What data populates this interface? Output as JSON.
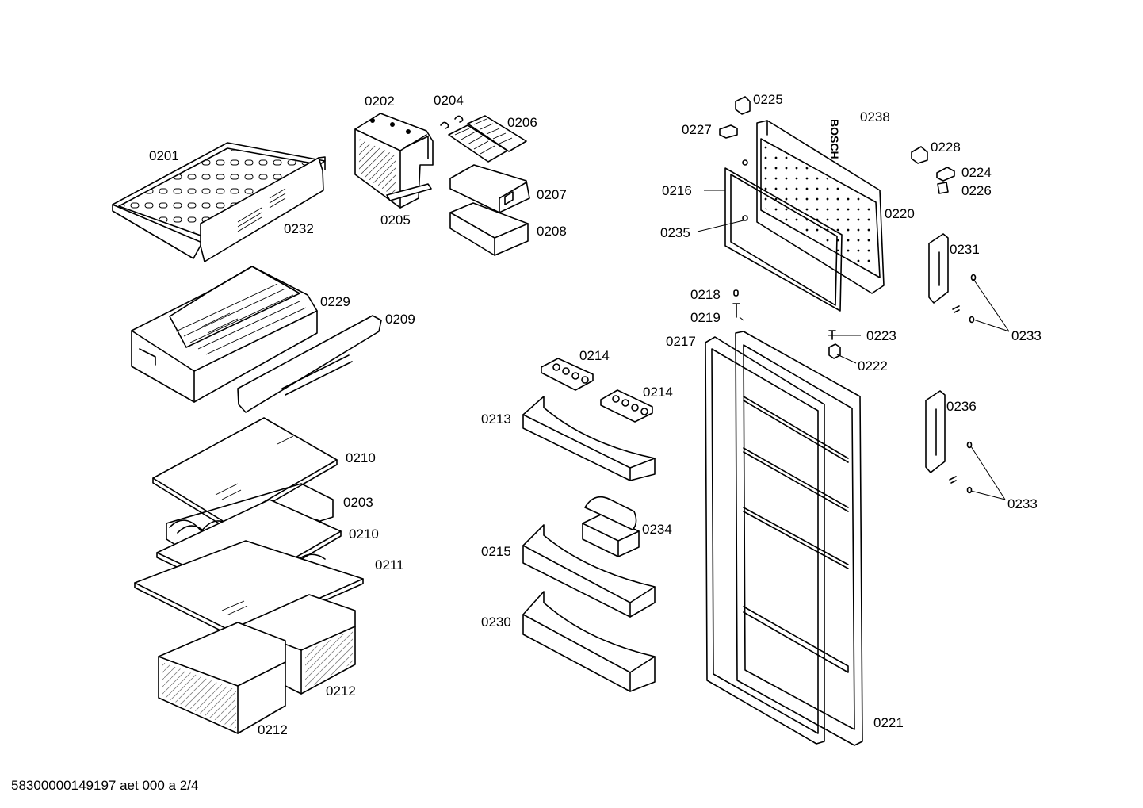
{
  "parts": [
    {
      "id": "0201",
      "label": "0201"
    },
    {
      "id": "0202",
      "label": "0202"
    },
    {
      "id": "0203",
      "label": "0203"
    },
    {
      "id": "0204",
      "label": "0204"
    },
    {
      "id": "0205",
      "label": "0205"
    },
    {
      "id": "0206",
      "label": "0206"
    },
    {
      "id": "0207",
      "label": "0207"
    },
    {
      "id": "0208",
      "label": "0208"
    },
    {
      "id": "0209",
      "label": "0209"
    },
    {
      "id": "0210a",
      "label": "0210"
    },
    {
      "id": "0210b",
      "label": "0210"
    },
    {
      "id": "0211",
      "label": "0211"
    },
    {
      "id": "0212a",
      "label": "0212"
    },
    {
      "id": "0212b",
      "label": "0212"
    },
    {
      "id": "0213",
      "label": "0213"
    },
    {
      "id": "0214a",
      "label": "0214"
    },
    {
      "id": "0214b",
      "label": "0214"
    },
    {
      "id": "0215",
      "label": "0215"
    },
    {
      "id": "0216",
      "label": "0216"
    },
    {
      "id": "0217",
      "label": "0217"
    },
    {
      "id": "0218",
      "label": "0218"
    },
    {
      "id": "0219",
      "label": "0219"
    },
    {
      "id": "0220",
      "label": "0220"
    },
    {
      "id": "0221",
      "label": "0221"
    },
    {
      "id": "0222",
      "label": "0222"
    },
    {
      "id": "0223",
      "label": "0223"
    },
    {
      "id": "0224",
      "label": "0224"
    },
    {
      "id": "0225",
      "label": "0225"
    },
    {
      "id": "0226",
      "label": "0226"
    },
    {
      "id": "0227",
      "label": "0227"
    },
    {
      "id": "0228",
      "label": "0228"
    },
    {
      "id": "0229",
      "label": "0229"
    },
    {
      "id": "0230",
      "label": "0230"
    },
    {
      "id": "0231",
      "label": "0231"
    },
    {
      "id": "0232",
      "label": "0232"
    },
    {
      "id": "0233a",
      "label": "0233"
    },
    {
      "id": "0233b",
      "label": "0233"
    },
    {
      "id": "0234",
      "label": "0234"
    },
    {
      "id": "0235",
      "label": "0235"
    },
    {
      "id": "0236",
      "label": "0236"
    },
    {
      "id": "0238",
      "label": "0238"
    }
  ],
  "door_logo": "BOSCH",
  "footer": "58300000149197 aet 000 a 2/4"
}
